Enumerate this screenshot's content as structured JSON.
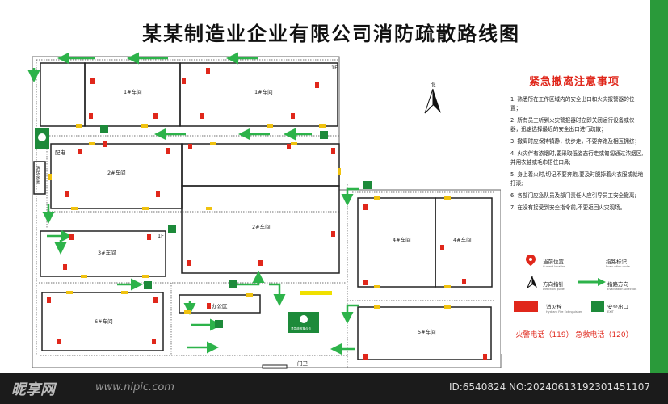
{
  "title": "某某制造业企业有限公司消防疏散路线图",
  "panel": {
    "heading": "紧急撤离注意事项",
    "items": [
      "1. 熟悉所在工作区域内的安全出口和火灾报警器的位置；",
      "2. 所有员工听到火灾警报器时立即关闭运行设备或仪器，迅速选择最近的安全出口进行疏散；",
      "3. 撤离时应保持镇静，快步走，不要奔跑及相互拥挤；",
      "4. 火灾伴有浓烟时,要采取低姿态行走或匍匐通过浓烟区,并用衣袖或毛巾捂住口鼻;",
      "5. 身上着火时,切记不要奔跑,要及时脱掉着火衣服或就地打滚;",
      "6. 各部门应急队员及部门责任人应引导员工安全撤离;",
      "7. 在没有接受到安全指令前,不要返回火灾现场。"
    ],
    "legend": {
      "current": "当前位置",
      "current_en": "Current location",
      "route": "指路标识",
      "route_en": "Evacuation route",
      "guide": "方向指针",
      "guide_en": "Direction guide",
      "direction": "指路方向",
      "direction_en": "Evacuation Direction",
      "hydrant": "消火栓",
      "hydrant_en": "Hydrant  Fire Extinguisher",
      "exit": "安全出口",
      "exit_en": "EXIT"
    },
    "phones": "火警电话（119）   急救电话（120）"
  },
  "map": {
    "north": "北",
    "rooms": {
      "w1a": "1#车间",
      "w1b": "1#车间",
      "w2a": "2#车间",
      "w2b": "2#车间",
      "w3": "3#车间",
      "w4a": "4#车间",
      "w4b": "4#车间",
      "w5": "5#车间",
      "w6": "6#车间",
      "office": "办公区",
      "power": "配电",
      "fire_water": "消防水池",
      "gate": "门卫",
      "f1a": "1F",
      "f1b": "1F",
      "assembly": "紧急疏散集合点"
    }
  },
  "footer": {
    "watermark": "昵享网",
    "url": "www.nipic.com",
    "id": "ID:6540824 NO:20240613192301451107"
  },
  "colors": {
    "accent": "#e0271b",
    "green": "#2a9a3a",
    "arrow": "#2db34a",
    "exit_bg": "#1d8a3a"
  }
}
